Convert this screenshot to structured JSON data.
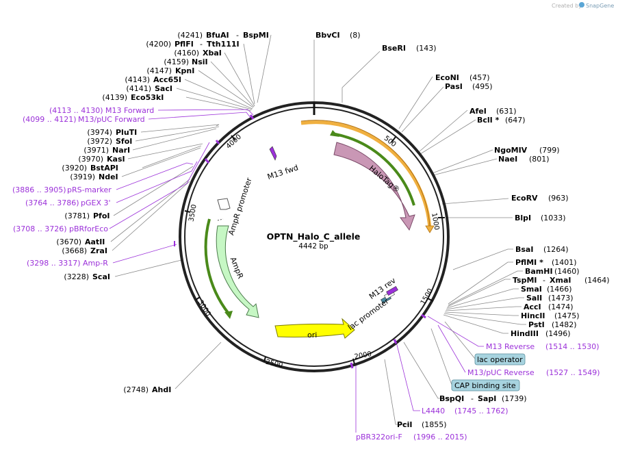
{
  "credit": {
    "prefix": "Created by",
    "brand": "SnapGene"
  },
  "plasmid": {
    "name": "OPTN_Halo_C_allele",
    "length_label": "4442 bp"
  },
  "tick_marks": [
    "500",
    "1000",
    "1500",
    "2000",
    "2500",
    "3000",
    "3500",
    "4000"
  ],
  "features": [
    {
      "id": "halotag",
      "label": "HaloTag®",
      "color": "#c997b5"
    },
    {
      "id": "ampr",
      "label": "AmpR",
      "color": "#c6f7c4"
    },
    {
      "id": "ampr_promoter",
      "label": "AmpR promoter",
      "color": "#ffffff"
    },
    {
      "id": "ori",
      "label": "ori",
      "color": "#ffff00"
    },
    {
      "id": "lac_promoter",
      "label": "lac promoter",
      "color": "#ffffff"
    },
    {
      "id": "m13_rev",
      "label": "M13 rev",
      "color": "#9b30d9"
    },
    {
      "id": "m13_fwd",
      "label": "M13 fwd",
      "color": "#9b30d9"
    }
  ],
  "left_enzymes": [
    {
      "pos": "(4241)",
      "name": "BfuAI",
      "extra": "BspMI"
    },
    {
      "pos": "(4200)",
      "name": "PflFI",
      "extra": "Tth111I"
    },
    {
      "pos": "(4160)",
      "name": "XbaI",
      "extra": ""
    },
    {
      "pos": "(4159)",
      "name": "NsiI",
      "extra": ""
    },
    {
      "pos": "(4147)",
      "name": "KpnI",
      "extra": ""
    },
    {
      "pos": "(4143)",
      "name": "Acc65I",
      "extra": ""
    },
    {
      "pos": "(4141)",
      "name": "SacI",
      "extra": ""
    },
    {
      "pos": "(4139)",
      "name": "Eco53kI",
      "extra": ""
    },
    {
      "pos": "(3974)",
      "name": "PluTI",
      "extra": ""
    },
    {
      "pos": "(3972)",
      "name": "SfoI",
      "extra": ""
    },
    {
      "pos": "(3971)",
      "name": "NarI",
      "extra": ""
    },
    {
      "pos": "(3970)",
      "name": "KasI",
      "extra": ""
    },
    {
      "pos": "(3920)",
      "name": "BstAPI",
      "extra": ""
    },
    {
      "pos": "(3919)",
      "name": "NdeI",
      "extra": ""
    },
    {
      "pos": "(3781)",
      "name": "PfoI",
      "extra": ""
    },
    {
      "pos": "(3670)",
      "name": "AatII",
      "extra": ""
    },
    {
      "pos": "(3668)",
      "name": "ZraI",
      "extra": ""
    },
    {
      "pos": "(3228)",
      "name": "ScaI",
      "extra": ""
    },
    {
      "pos": "(2748)",
      "name": "AhdI",
      "extra": ""
    }
  ],
  "left_primers": [
    {
      "range": "(4113 .. 4130)",
      "name": "M13 Forward"
    },
    {
      "range": "(4099 .. 4121)",
      "name": "M13/pUC Forward"
    },
    {
      "range": "(3886 .. 3905)",
      "name": "pRS-marker"
    },
    {
      "range": "(3764 .. 3786)",
      "name": "pGEX 3'"
    },
    {
      "range": "(3708 .. 3726)",
      "name": "pBRforEco"
    },
    {
      "range": "(3298 .. 3317)",
      "name": "Amp-R"
    }
  ],
  "right_enzymes": [
    {
      "name": "BbvCI",
      "pos": "(8)",
      "extra": "",
      "extra_pos": ""
    },
    {
      "name": "BseRI",
      "pos": "(143)",
      "extra": "",
      "extra_pos": ""
    },
    {
      "name": "EcoNI",
      "pos": "(457)",
      "extra": "",
      "extra_pos": ""
    },
    {
      "name": "PasI",
      "pos": "(495)",
      "extra": "",
      "extra_pos": ""
    },
    {
      "name": "AfeI",
      "pos": "(631)",
      "extra": "",
      "extra_pos": ""
    },
    {
      "name": "BclI *",
      "pos": "(647)",
      "extra": "",
      "extra_pos": ""
    },
    {
      "name": "NgoMIV",
      "pos": "(799)",
      "extra": "",
      "extra_pos": ""
    },
    {
      "name": "NaeI",
      "pos": "(801)",
      "extra": "",
      "extra_pos": ""
    },
    {
      "name": "EcoRV",
      "pos": "(963)",
      "extra": "",
      "extra_pos": ""
    },
    {
      "name": "BlpI",
      "pos": "(1033)",
      "extra": "",
      "extra_pos": ""
    },
    {
      "name": "BsaI",
      "pos": "(1264)",
      "extra": "",
      "extra_pos": ""
    },
    {
      "name": "PflMI *",
      "pos": "(1401)",
      "extra": "",
      "extra_pos": ""
    },
    {
      "name": "BamHI",
      "pos": "(1460)",
      "extra": "",
      "extra_pos": ""
    },
    {
      "name": "TspMI",
      "pos": "",
      "extra": "XmaI",
      "extra_pos": "(1464)"
    },
    {
      "name": "SmaI",
      "pos": "(1466)",
      "extra": "",
      "extra_pos": ""
    },
    {
      "name": "SalI",
      "pos": "(1473)",
      "extra": "",
      "extra_pos": ""
    },
    {
      "name": "AccI",
      "pos": "(1474)",
      "extra": "",
      "extra_pos": ""
    },
    {
      "name": "HincII",
      "pos": "(1475)",
      "extra": "",
      "extra_pos": ""
    },
    {
      "name": "PstI",
      "pos": "(1482)",
      "extra": "",
      "extra_pos": ""
    },
    {
      "name": "HindIII",
      "pos": "(1496)",
      "extra": "",
      "extra_pos": ""
    },
    {
      "name": "BspQI",
      "pos": "",
      "extra": "SapI",
      "extra_pos": "(1739)"
    },
    {
      "name": "PciI",
      "pos": "(1855)",
      "extra": "",
      "extra_pos": ""
    }
  ],
  "right_primers": [
    {
      "name": "M13 Reverse",
      "range": "(1514 .. 1530)"
    },
    {
      "name": "M13/pUC Reverse",
      "range": "(1527 .. 1549)"
    },
    {
      "name": "L4440",
      "range": "(1745 .. 1762)"
    },
    {
      "name": "pBR322ori-F",
      "range": "(1996 .. 2015)"
    }
  ],
  "boxed_features": [
    {
      "name": "lac operator"
    },
    {
      "name": "CAP binding site"
    }
  ],
  "colors": {
    "primer": "#9b30d9",
    "backbone": "#222222",
    "halotag": "#c997b5",
    "ampr": "#c6f7c4",
    "ori": "#ffff00",
    "orange_bar": "#f0b040",
    "green_bar": "#4a8a1a",
    "boxed": "#a7d3df"
  }
}
